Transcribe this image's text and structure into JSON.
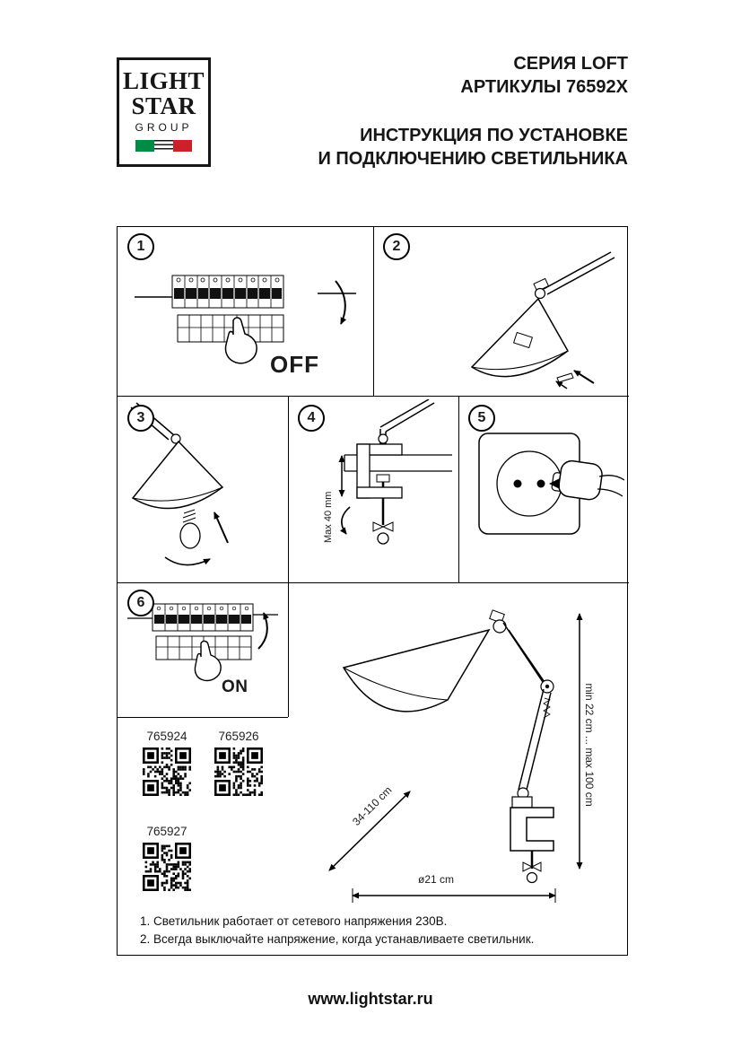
{
  "logo": {
    "line1": "LIGHT",
    "line2": "STAR",
    "line3": "GROUP"
  },
  "header": {
    "series": "СЕРИЯ LOFT",
    "articles": "АРТИКУЛЫ 76592X",
    "title_line1": "ИНСТРУКЦИЯ ПО УСТАНОВКЕ",
    "title_line2": "И ПОДКЛЮЧЕНИЮ СВЕТИЛЬНИКА"
  },
  "colors": {
    "flag_green": "#008C45",
    "flag_red": "#CD212A",
    "line": "#000000"
  },
  "steps": {
    "s1": {
      "number": "1",
      "label": "OFF"
    },
    "s2": {
      "number": "2"
    },
    "s3": {
      "number": "3"
    },
    "s4": {
      "number": "4",
      "label": "Max 40 mm"
    },
    "s5": {
      "number": "5"
    },
    "s6": {
      "number": "6",
      "label": "ON"
    }
  },
  "dimensions": {
    "height_range": "min 22 cm ... max 100 cm",
    "arm_range": "34-110 cm",
    "diameter": "ø21 cm"
  },
  "qr": {
    "code1": "765924",
    "code2": "765926",
    "code3": "765927"
  },
  "notes": {
    "line1": "1. Светильник работает от сетевого напряжения 230В.",
    "line2": "2. Всегда выключайте напряжение, когда устанавливаете светильник."
  },
  "footer": {
    "website": "www.lightstar.ru"
  }
}
